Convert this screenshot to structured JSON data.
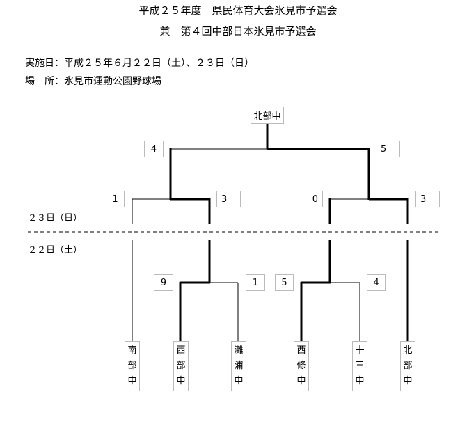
{
  "header": {
    "title_line1": "平成２５年度　県民体育大会氷見市予選会",
    "title_line2": "兼　第４回中部日本氷見市予選会",
    "date": "実施日：平成２５年６月２２日（土）、２３日（日）",
    "venue": "場　所：氷見市運動公園野球場"
  },
  "day_labels": {
    "day2": "２３日（日）",
    "day1": "２２日（土）"
  },
  "champion": "北部中",
  "scores": {
    "final_left": "4",
    "final_right": "5",
    "semi1_left": "1",
    "semi1_right": "3",
    "semi2_left": "0",
    "semi2_right": "3",
    "qf1_left": "9",
    "qf1_right": "1",
    "qf2_left": "5",
    "qf2_right": "4"
  },
  "teams": [
    {
      "chars": [
        "南",
        "部",
        "中"
      ]
    },
    {
      "chars": [
        "西",
        "部",
        "中"
      ]
    },
    {
      "chars": [
        "灘",
        "浦",
        "中"
      ]
    },
    {
      "chars": [
        "西",
        "條",
        "中"
      ]
    },
    {
      "chars": [
        "十",
        "三",
        "中"
      ]
    },
    {
      "chars": [
        "北",
        "部",
        "中"
      ]
    }
  ]
}
